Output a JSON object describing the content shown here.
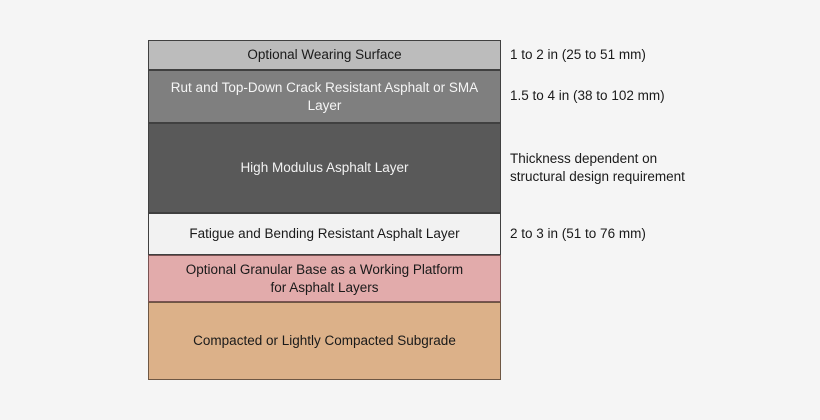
{
  "background_color": "#f5f5f5",
  "diagram": {
    "layers": [
      {
        "label": "Optional Wearing Surface",
        "thickness": "1 to 2 in (25 to 51 mm)",
        "fill": "#bcbcbc",
        "border": "#404040",
        "text_color": "#1a1a1a"
      },
      {
        "label": "Rut and Top-Down Crack Resistant Asphalt or SMA Layer",
        "thickness": "1.5 to 4 in (38 to 102 mm)",
        "fill": "#7f7f7f",
        "border": "#404040",
        "text_color": "#f5f5f5"
      },
      {
        "label": "High Modulus Asphalt Layer",
        "thickness": "Thickness dependent on\nstructural design requirement",
        "fill": "#595959",
        "border": "#404040",
        "text_color": "#f2f2f2"
      },
      {
        "label": "Fatigue and Bending Resistant Asphalt Layer",
        "thickness": "2 to 3 in (51 to 76 mm)",
        "fill": "#f2f2f2",
        "border": "#404040",
        "text_color": "#1a1a1a"
      },
      {
        "label": "Optional Granular Base as a Working Platform\nfor Asphalt Layers",
        "thickness": "",
        "fill": "#e2abab",
        "border": "#7a5252",
        "text_color": "#1a1a1a"
      },
      {
        "label": "Compacted or Lightly Compacted Subgrade",
        "thickness": "",
        "fill": "#dcb189",
        "border": "#6e5744",
        "text_color": "#1a1a1a"
      }
    ]
  }
}
